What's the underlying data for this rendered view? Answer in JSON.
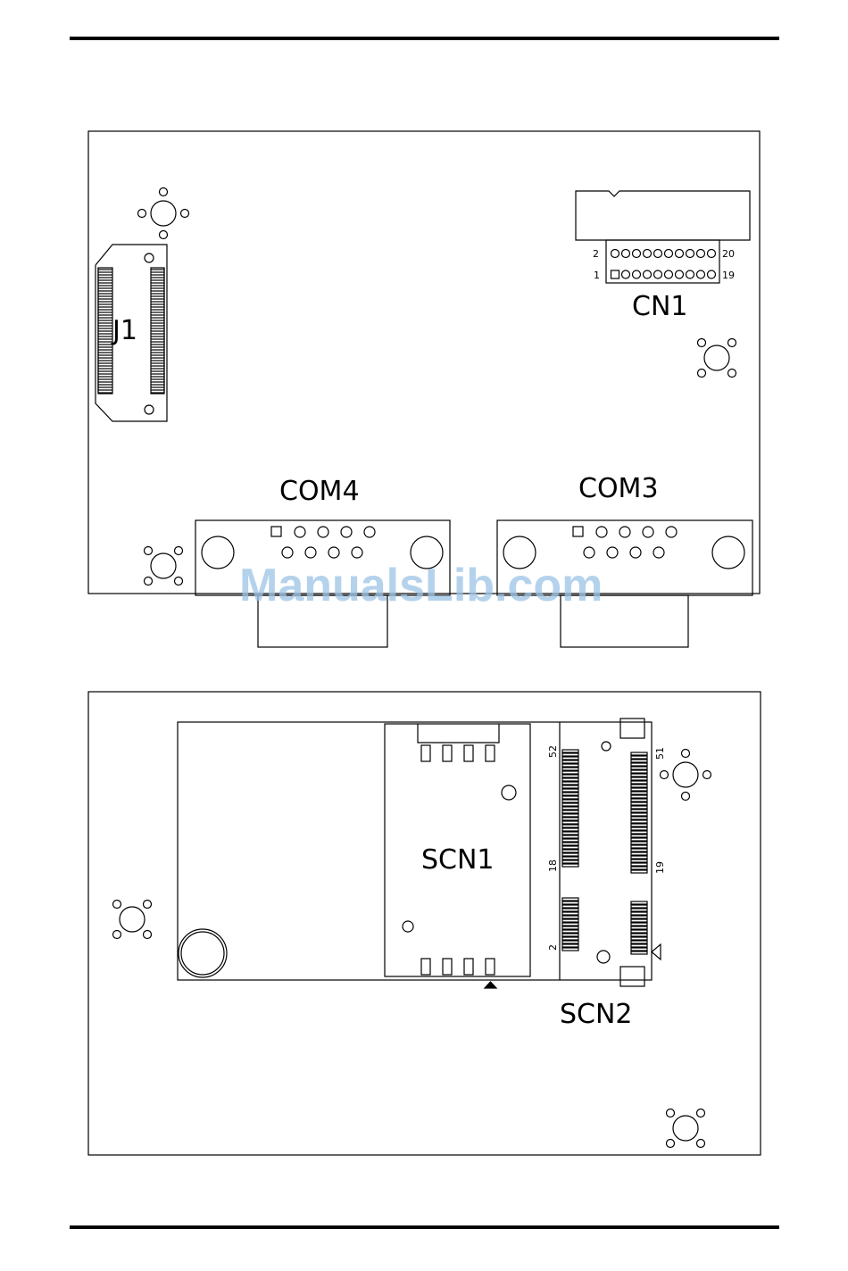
{
  "colors": {
    "line": "#000000",
    "watermark": "#9dc3e6",
    "background": "#ffffff"
  },
  "top_board": {
    "j1_label": "J1",
    "cn1": {
      "label": "CN1",
      "pin_top_left": "2",
      "pin_top_right": "20",
      "pin_bottom_left": "1",
      "pin_bottom_right": "19"
    },
    "com4_label": "COM4",
    "com3_label": "COM3"
  },
  "bottom_board": {
    "scn1_label": "SCN1",
    "scn2": {
      "label": "SCN2",
      "pin_52": "52",
      "pin_51": "51",
      "pin_18": "18",
      "pin_19": "19",
      "pin_2": "2"
    }
  },
  "watermark": "ManualsLib.com"
}
